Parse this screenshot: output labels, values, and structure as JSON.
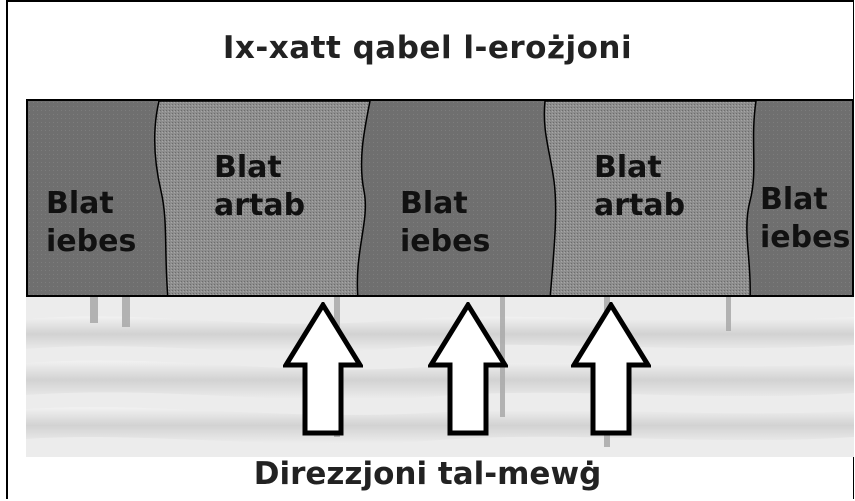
{
  "title": "Ix-xatt qabel l-erożjoni",
  "bands": [
    {
      "line1": "Blat",
      "line2": "iebes",
      "type": "hard"
    },
    {
      "line1": "Blat",
      "line2": "artab",
      "type": "soft"
    },
    {
      "line1": "Blat",
      "line2": "iebes",
      "type": "hard"
    },
    {
      "line1": "Blat",
      "line2": "artab",
      "type": "soft"
    },
    {
      "line1": "Blat",
      "line2": "iebes",
      "type": "hard"
    }
  ],
  "caption": "Direzzjoni tal-mewġ",
  "colors": {
    "hard_rock": "#6f6f6f",
    "soft_rock": "#8c8c8c",
    "water_light": "#e6e6e6",
    "water_dark": "#b5b5b5"
  },
  "icons": [
    "wave-direction-arrow-icon"
  ]
}
